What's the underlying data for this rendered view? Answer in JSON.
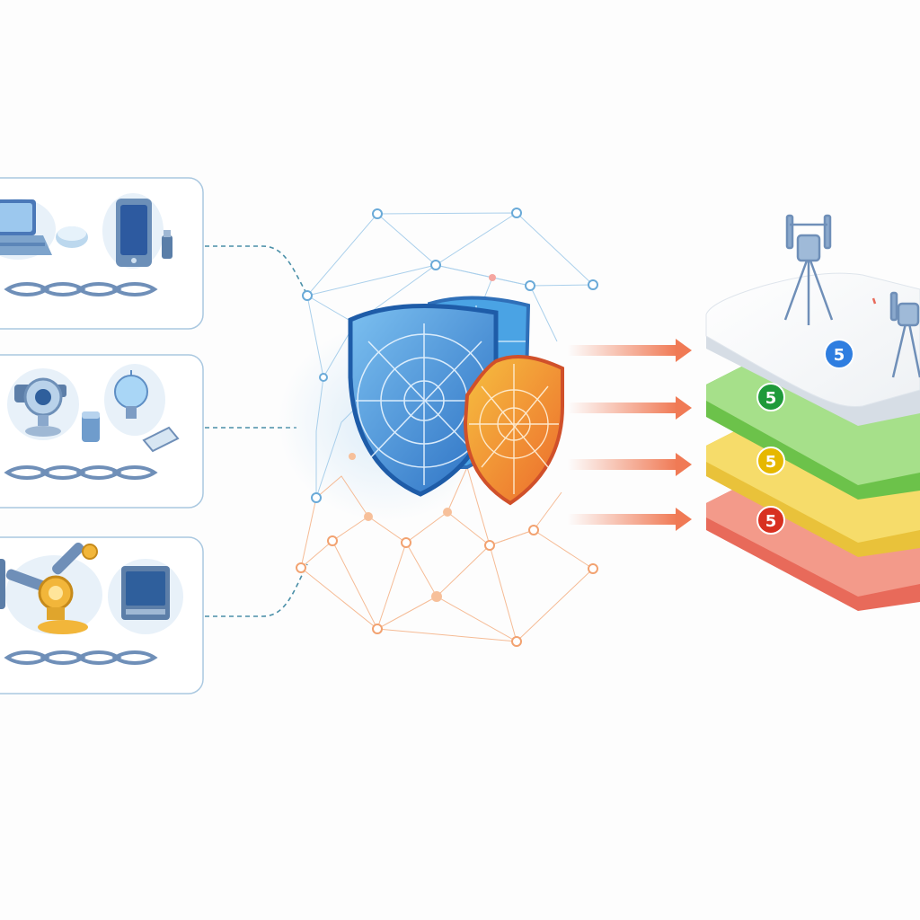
{
  "colors": {
    "background": "#fdfdfd",
    "panel_border": "#aac8e0",
    "connector": "#4a8fa8",
    "blue_shield": "#3b8fd4",
    "orange_shield": "#f0a030",
    "network_blue": "#9cc8e8",
    "network_orange": "#f5b48a",
    "arrow": "#f07a55",
    "layer_white": "#ffffff",
    "layer_green": "#8fd46e",
    "layer_yellow": "#f3d85a",
    "layer_red": "#ef7a6a",
    "badge_blue": "#2f7ee0",
    "badge_green": "#1f9a3a",
    "badge_yellow": "#e6b800",
    "badge_red": "#d83020"
  },
  "device_groups": [
    {
      "name": "consumer-devices",
      "icons": [
        "laptop-icon",
        "mouse-icon",
        "tablet-icon",
        "usb-key-icon",
        "chain-link-icon"
      ]
    },
    {
      "name": "smart-home-devices",
      "icons": [
        "security-camera-icon",
        "light-bulb-icon",
        "sensor-icon",
        "router-icon",
        "chain-link-icon"
      ]
    },
    {
      "name": "industrial-devices",
      "icons": [
        "robotic-arm-icon",
        "monitor-icon",
        "chain-link-icon"
      ]
    }
  ],
  "center": {
    "icons": [
      "blue-shield-icon",
      "orange-shield-icon",
      "mesh-network-icon"
    ]
  },
  "arrows": 4,
  "layer_stack": {
    "icons": [
      "antenna-tower-icon",
      "antenna-tower-icon"
    ],
    "badges": [
      {
        "layer": "top",
        "text": "5"
      },
      {
        "layer": "green",
        "text": "5"
      },
      {
        "layer": "yellow",
        "text": "5"
      },
      {
        "layer": "red",
        "text": "5"
      }
    ]
  }
}
